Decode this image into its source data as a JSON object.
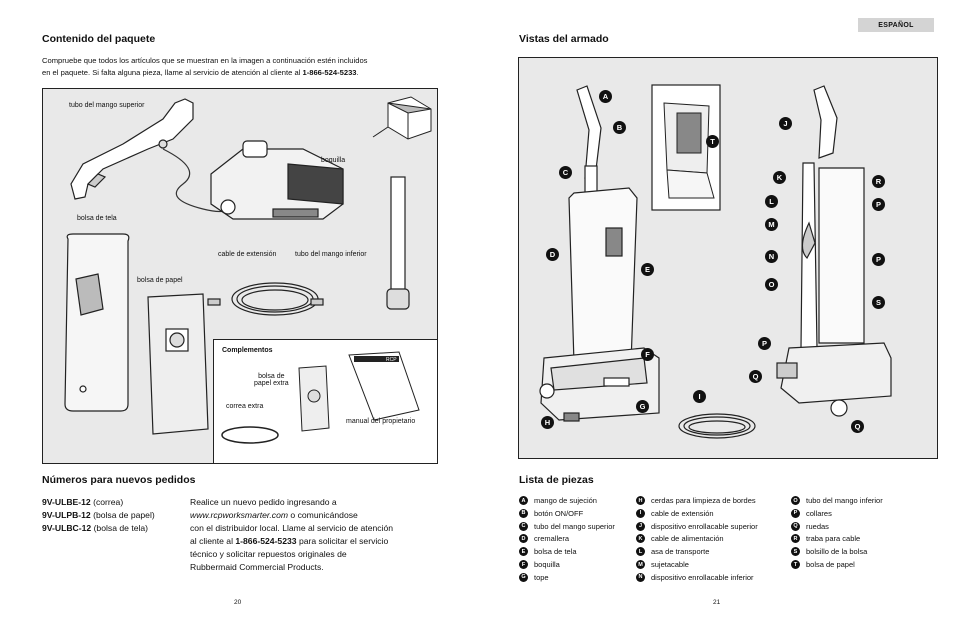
{
  "lang_tab": "ESPAÑOL",
  "left": {
    "contents_heading": "Contenido del paquete",
    "contents_intro_1": "Compruebe que todos los artículos que se muestran en la imagen a continuación estén incluidos",
    "contents_intro_2": "en el paquete. Si falta alguna pieza, llame al servicio de atención al cliente al ",
    "contents_phone": "1-866-524-5233",
    "contents_period": ".",
    "labels": {
      "upper_handle": "tubo del mango superior",
      "nozzle": "boquilla",
      "cloth_bag": "bolsa de tela",
      "paper_bag": "bolsa de papel",
      "cord": "cable de extensión",
      "lower_handle": "tubo del mango inferior"
    },
    "accessories_heading": "Complementos",
    "accessories": {
      "extra_paper_bag_1": "bolsa de",
      "extra_paper_bag_2": "papel extra",
      "extra_belt": "correa extra",
      "manual": "manual del propietario"
    },
    "orders_heading": "Números para nuevos pedidos",
    "orders": [
      {
        "code": "9V-ULBE-12",
        "desc": " (correa)"
      },
      {
        "code": "9V-ULPB-12",
        "desc": " (bolsa de papel)"
      },
      {
        "code": "9V-ULBC-12",
        "desc": " (bolsa de tela)"
      }
    ],
    "reorder_1": "Realice un nuevo pedido ingresando a",
    "reorder_url": "www.rcpworksmarter.com",
    "reorder_2": " o comunicándose",
    "reorder_3": "con el distribuidor local. Llame al servicio de atención",
    "reorder_4a": "al cliente al ",
    "reorder_phone": "1-866-524-5233",
    "reorder_4b": " para solicitar el servicio",
    "reorder_5": "técnico y solicitar repuestos originales de",
    "reorder_6": "Rubbermaid Commercial Products.",
    "page_number": "20"
  },
  "right": {
    "assembly_heading": "Vistas del armado",
    "callouts": [
      "A",
      "B",
      "C",
      "D",
      "E",
      "F",
      "G",
      "H",
      "T",
      "I",
      "J",
      "K",
      "R",
      "L",
      "P",
      "M",
      "N",
      "P",
      "O",
      "S",
      "P",
      "Q",
      "Q"
    ],
    "parts_heading": "Lista de piezas",
    "parts": [
      {
        "letter": "A",
        "name": "mango de sujeción"
      },
      {
        "letter": "B",
        "name": "botón ON/OFF"
      },
      {
        "letter": "C",
        "name": "tubo del mango superior"
      },
      {
        "letter": "D",
        "name": "cremallera"
      },
      {
        "letter": "E",
        "name": "bolsa de tela"
      },
      {
        "letter": "F",
        "name": "boquilla"
      },
      {
        "letter": "G",
        "name": "tope"
      },
      {
        "letter": "H",
        "name": "cerdas para limpieza de bordes"
      },
      {
        "letter": "I",
        "name": "cable de extensión"
      },
      {
        "letter": "J",
        "name": "dispositivo enrollacable superior"
      },
      {
        "letter": "K",
        "name": "cable de alimentación"
      },
      {
        "letter": "L",
        "name": "asa de transporte"
      },
      {
        "letter": "M",
        "name": "sujetacable"
      },
      {
        "letter": "N",
        "name": "dispositivo enrollacable inferior"
      },
      {
        "letter": "O",
        "name": "tubo del mango inferior"
      },
      {
        "letter": "P",
        "name": "collares"
      },
      {
        "letter": "Q",
        "name": "ruedas"
      },
      {
        "letter": "R",
        "name": "traba para cable"
      },
      {
        "letter": "S",
        "name": "bolsillo de la bolsa"
      },
      {
        "letter": "T",
        "name": "bolsa de papel"
      }
    ],
    "manual_cover_brand": "RCP",
    "page_number": "21"
  }
}
